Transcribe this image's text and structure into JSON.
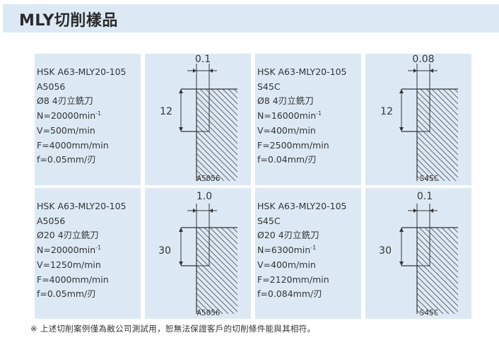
{
  "header": {
    "title": "MLY切削樣品"
  },
  "samples": [
    {
      "tool": "HSK A63-MLY20-105",
      "material": "A5056",
      "cutter": "Ø8  4刃立銑刀",
      "speed_prefix": "N=20000min",
      "speed_exp": "-1",
      "velocity": "V=500m/min",
      "feed": "F=4000mm/min",
      "feed_per_tooth": "f=0.05mm/刃",
      "diagram": {
        "top_dim": "0.1",
        "side_dim": "12",
        "label": "A5056"
      }
    },
    {
      "tool": "HSK A63-MLY20-105",
      "material": "S45C",
      "cutter": "Ø8  4刃立銑刀",
      "speed_prefix": "N=16000min",
      "speed_exp": "-1",
      "velocity": "V=400m/min",
      "feed": "F=2500mm/min",
      "feed_per_tooth": "f=0.04mm/刃",
      "diagram": {
        "top_dim": "0.08",
        "side_dim": "12",
        "label": "S45C"
      }
    },
    {
      "tool": "HSK A63-MLY20-105",
      "material": "A5056",
      "cutter": "Ø20  4刃立銑刀",
      "speed_prefix": "N=20000min",
      "speed_exp": "-1",
      "velocity": "V=1250m/min",
      "feed": "F=4000mm/min",
      "feed_per_tooth": "f=0.05mm/刃",
      "diagram": {
        "top_dim": "1.0",
        "side_dim": "30",
        "label": "A5056"
      }
    },
    {
      "tool": "HSK A63-MLY20-105",
      "material": "S45C",
      "cutter": "Ø20  4刃立銑刀",
      "speed_prefix": "N=6300min",
      "speed_exp": "-1",
      "velocity": "V=400m/min",
      "feed": "F=2120mm/min",
      "feed_per_tooth": "f=0.084mm/刃",
      "diagram": {
        "top_dim": "0.1",
        "side_dim": "30",
        "label": "S45C"
      }
    }
  ],
  "footnote": "※ 上述切削案例僅為敝公司測試用，恕無法保證客戶的切削條件能與其相符。"
}
